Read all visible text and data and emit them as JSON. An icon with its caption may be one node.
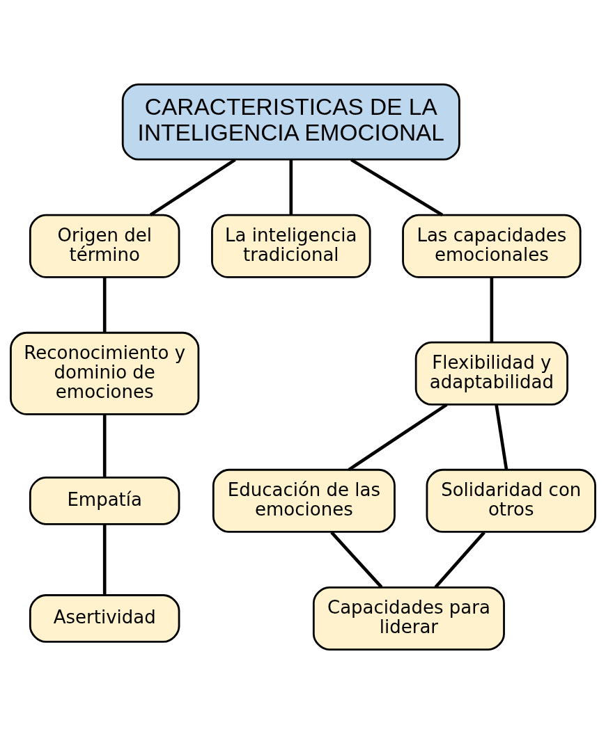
{
  "diagram": {
    "nodes": [
      {
        "text": [
          "CARACTERISTICAS DE LA INTELIGENCIA EMOCIONAL"
        ]
      },
      {
        "text": [
          "Origen del término"
        ]
      },
      {
        "text": [
          "La inteligencia tradicional"
        ]
      },
      {
        "text": [
          "Las capacidades emocionales"
        ]
      },
      {
        "text": [
          "Reconocimiento y dominio de emociones"
        ]
      },
      {
        "text": [
          "Flexibilidad y adaptabilidad"
        ]
      },
      {
        "text": [
          "Empatía"
        ]
      },
      {
        "text": [
          "Educación de las emociones"
        ]
      },
      {
        "text": [
          "Solidaridad con otros"
        ]
      },
      {
        "text": [
          "Asertividad"
        ]
      },
      {
        "text": [
          "Capacidades para liderar"
        ]
      }
    ],
    "edges": [
      {
        "from": 0,
        "to": 1,
        "arrow": "none"
      },
      {
        "from": 0,
        "to": 2,
        "arrow": "none"
      },
      {
        "from": 0,
        "to": 3,
        "arrow": "none"
      },
      {
        "from": 1,
        "to": 4,
        "arrow": "none"
      },
      {
        "from": 3,
        "to": 5,
        "arrow": "none"
      },
      {
        "from": 4,
        "to": 6,
        "arrow": "none"
      },
      {
        "from": 5,
        "to": 7,
        "arrow": "none"
      },
      {
        "from": 5,
        "to": 8,
        "arrow": "none"
      },
      {
        "from": 6,
        "to": 9,
        "arrow": "none"
      },
      {
        "from": 7,
        "to": 10,
        "arrow": "none"
      },
      {
        "from": 8,
        "to": 10,
        "arrow": "none"
      }
    ]
  }
}
